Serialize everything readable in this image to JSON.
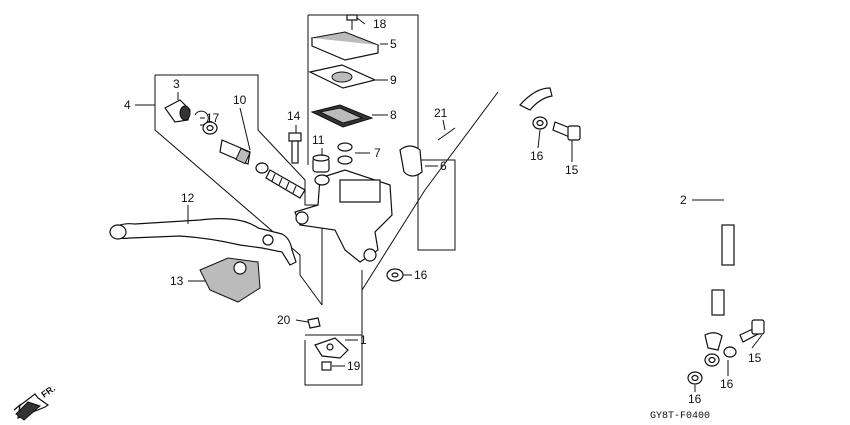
{
  "callouts": {
    "c1": "1",
    "c2": "2",
    "c3": "3",
    "c4": "4",
    "c5": "5",
    "c6": "6",
    "c7": "7",
    "c8": "8",
    "c9": "9",
    "c10": "10",
    "c11": "11",
    "c12": "12",
    "c13": "13",
    "c14": "14",
    "c15a": "15",
    "c15b": "15",
    "c16a": "16",
    "c16b": "16",
    "c16c": "16",
    "c16d": "16",
    "c17": "17",
    "c18": "18",
    "c19": "19",
    "c20": "20",
    "c21": "21"
  },
  "diagram_code": "GY8T-F0400",
  "direction_marker": "FR."
}
